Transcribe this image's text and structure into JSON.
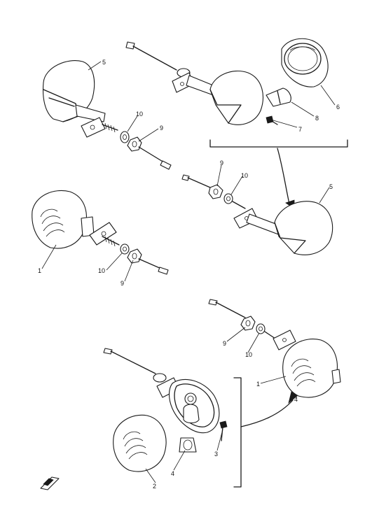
{
  "callouts": [
    {
      "id": "c-5-top-left",
      "text": "5"
    },
    {
      "id": "c-6-lens",
      "text": "6"
    },
    {
      "id": "c-8-bulb",
      "text": "8"
    },
    {
      "id": "c-7-screw",
      "text": "7"
    },
    {
      "id": "c-10-upper-left",
      "text": "10"
    },
    {
      "id": "c-9-upper-left",
      "text": "9"
    },
    {
      "id": "c-9-mid",
      "text": "9"
    },
    {
      "id": "c-10-mid",
      "text": "10"
    },
    {
      "id": "c-5-right",
      "text": "5"
    },
    {
      "id": "c-1-left",
      "text": "1"
    },
    {
      "id": "c-10-lower-left",
      "text": "10"
    },
    {
      "id": "c-9-lower-left",
      "text": "9"
    },
    {
      "id": "c-9-right",
      "text": "9"
    },
    {
      "id": "c-10-right",
      "text": "10"
    },
    {
      "id": "c-1-right",
      "text": "1"
    },
    {
      "id": "c-4-right",
      "text": "4"
    },
    {
      "id": "c-3-screw",
      "text": "3"
    },
    {
      "id": "c-4-bottom",
      "text": "4"
    },
    {
      "id": "c-2-lens",
      "text": "2"
    }
  ],
  "colors": {
    "ink": "#1a1a1a",
    "paper": "#ffffff"
  },
  "icons": [
    "arrow-pointer-icon",
    "front-direction-icon"
  ]
}
